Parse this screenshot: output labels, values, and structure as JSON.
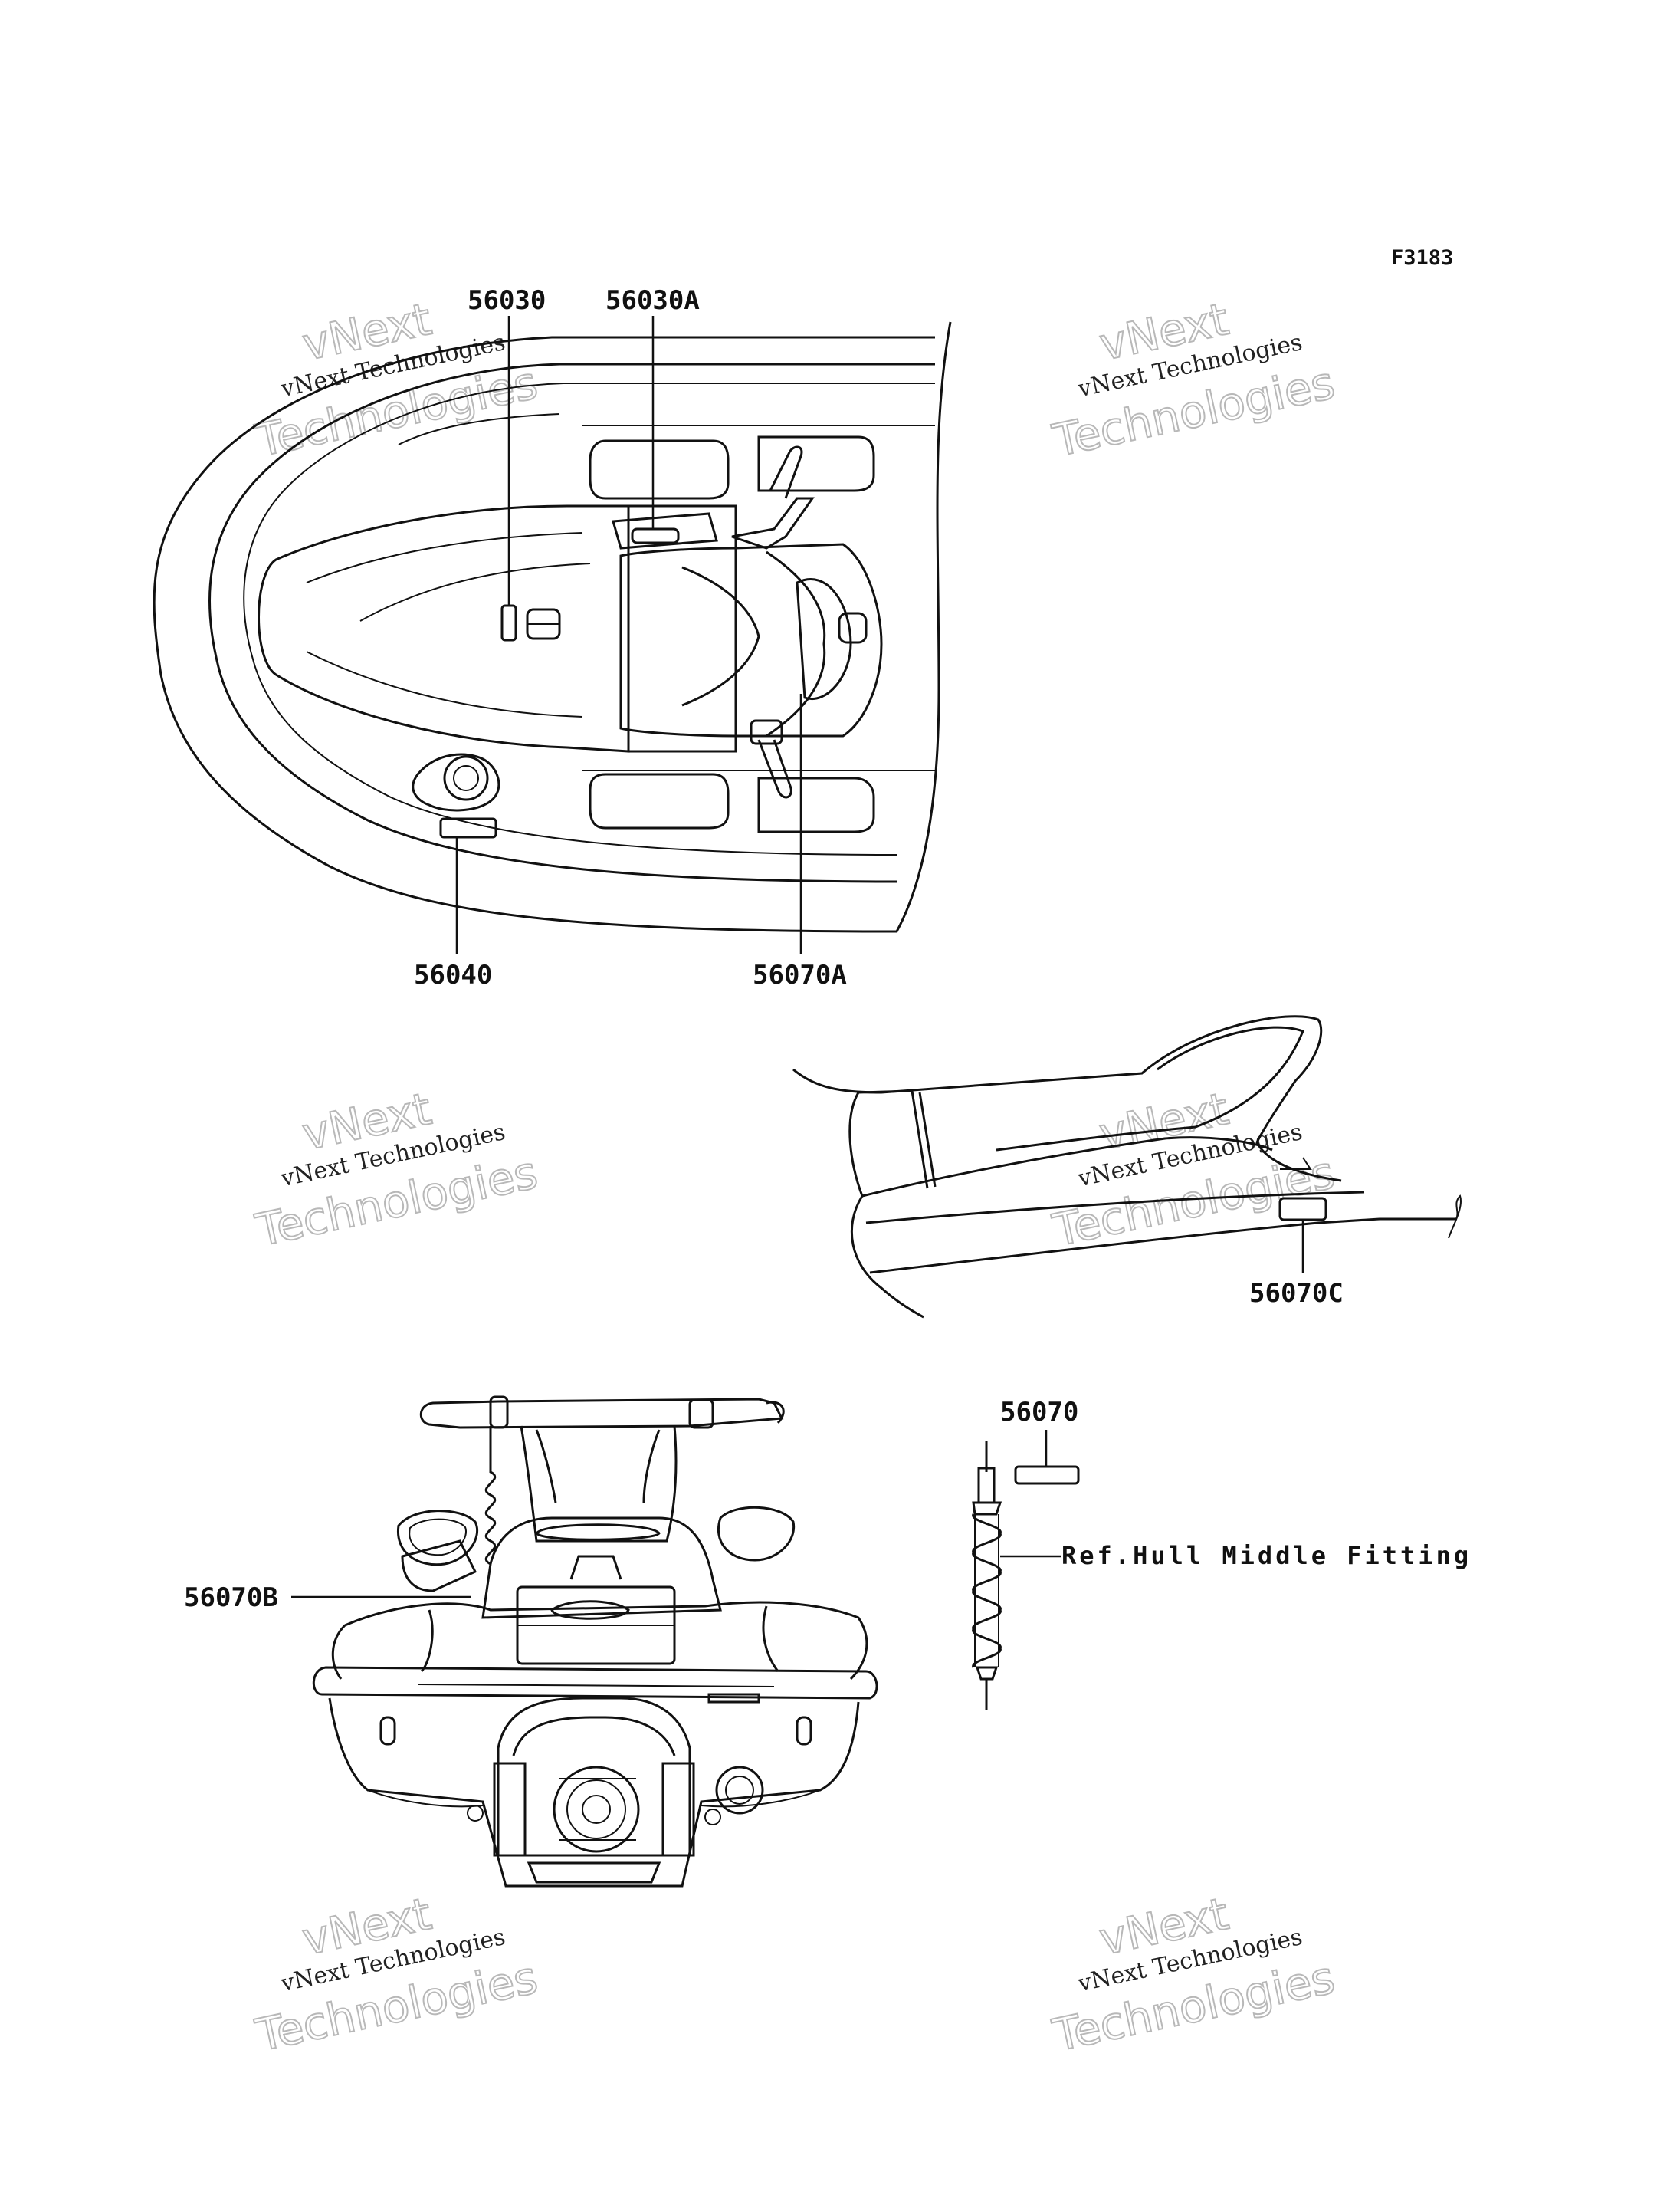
{
  "figure_code": "F3183",
  "watermark": {
    "line1": "vNext",
    "line2": "vNext Technologies",
    "line3": "Technologies"
  },
  "callouts": {
    "top": [
      "56030",
      "56030A",
      "56040",
      "56070A"
    ],
    "side": "56070C",
    "rear": "56070B",
    "detail": "56070",
    "reference": "Ref.Hull Middle Fitting"
  }
}
